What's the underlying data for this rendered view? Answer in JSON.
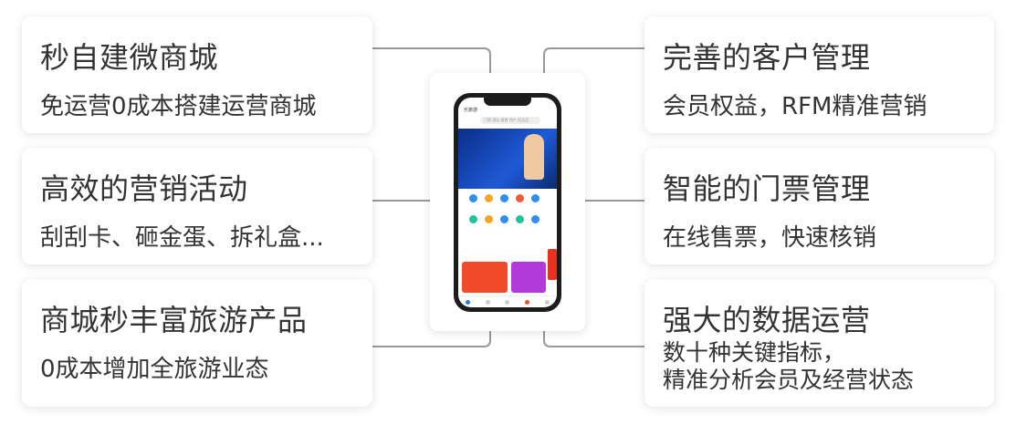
{
  "features_left": [
    {
      "title": "秒自建微商城",
      "desc": "免运营0成本搭建运营商城"
    },
    {
      "title": "高效的营销活动",
      "desc": "刮刮卡、砸金蛋、拆礼盒..."
    },
    {
      "title": "商城秒丰富旅游产品",
      "desc": "0成本增加全旅游业态"
    }
  ],
  "features_right": [
    {
      "title": "完善的客户管理",
      "desc": "会员权益，RFM精准营销"
    },
    {
      "title": "智能的门票管理",
      "desc": "在线售票，快速核销"
    },
    {
      "title": "强大的数据运营",
      "desc_line1": "数十种关键指标，",
      "desc_line2": "精准分析会员及经营状态"
    }
  ],
  "phone": {
    "app_name": "乐旅游",
    "search_placeholder": "门票 酒店 美食 特产 纪念品",
    "icon_colors": [
      "#2f8ef0",
      "#f5a623",
      "#2f8ef0",
      "#f05b3a",
      "#2f8ef0",
      "#1fc49a",
      "#f5a623",
      "#2f8ef0",
      "#1fc49a",
      "#2f8ef0"
    ]
  },
  "colors": {
    "connector": "#999999",
    "text": "#333333"
  }
}
